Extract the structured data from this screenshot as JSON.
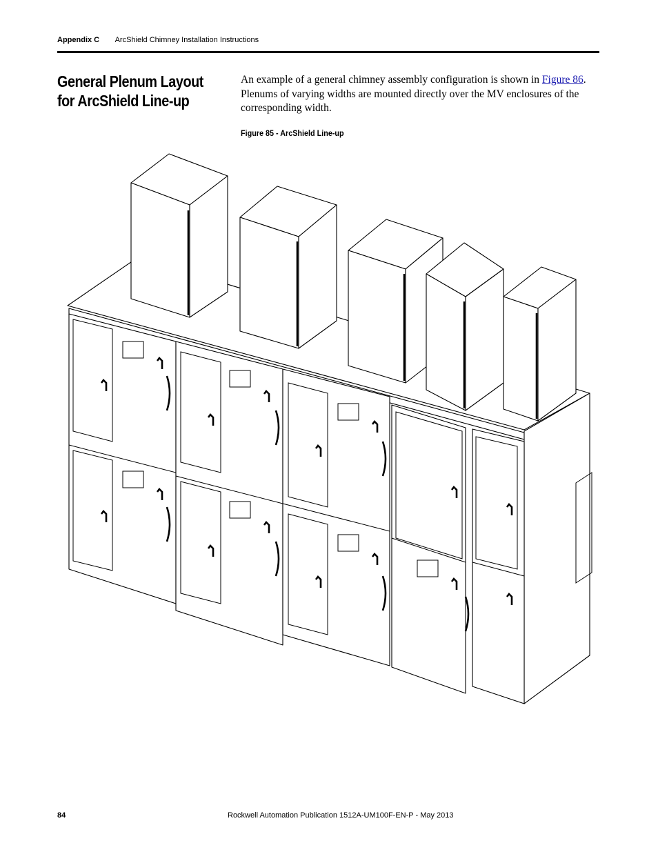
{
  "header": {
    "section": "Appendix C",
    "title": "ArcShield Chimney Installation Instructions"
  },
  "heading": "General Plenum Layout for ArcShield Line-up",
  "body": {
    "text_before": "An example of a general chimney assembly configuration is shown in ",
    "link": "Figure 86",
    "text_after": ". Plenums of varying widths are mounted directly over the MV enclosures of the corresponding width."
  },
  "figure": {
    "caption": "Figure 85 - ArcShield Line-up"
  },
  "footer": {
    "page_number": "84",
    "publication": "Rockwell Automation Publication 1512A-UM100F-EN-P - May 2013"
  }
}
